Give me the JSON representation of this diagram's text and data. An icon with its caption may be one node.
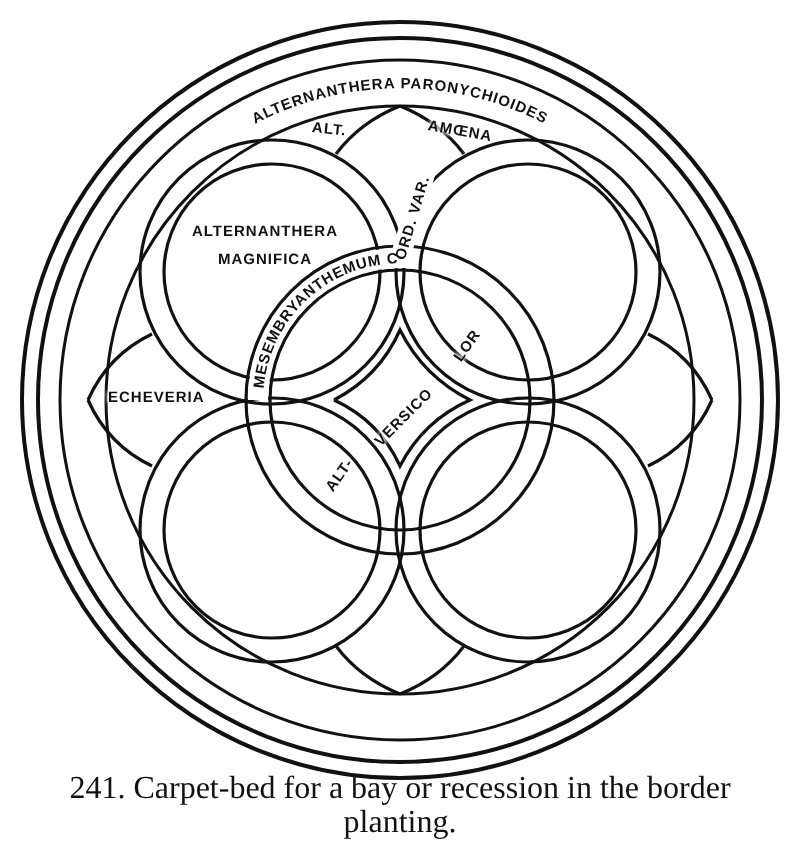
{
  "diagram": {
    "caption": "241. Carpet-bed for a bay or recession in the border planting.",
    "labels": [
      "ALTERNANTHERA PARONYCHIOIDES",
      "ALT.",
      "AMŒNA",
      "ALTERNANTHERA MAGNIFICA",
      "MESEMBRYANTHEMUM CORD. VAR.",
      "ECHEVERIA",
      "LOR",
      "VERSICO",
      "ALT-"
    ]
  }
}
